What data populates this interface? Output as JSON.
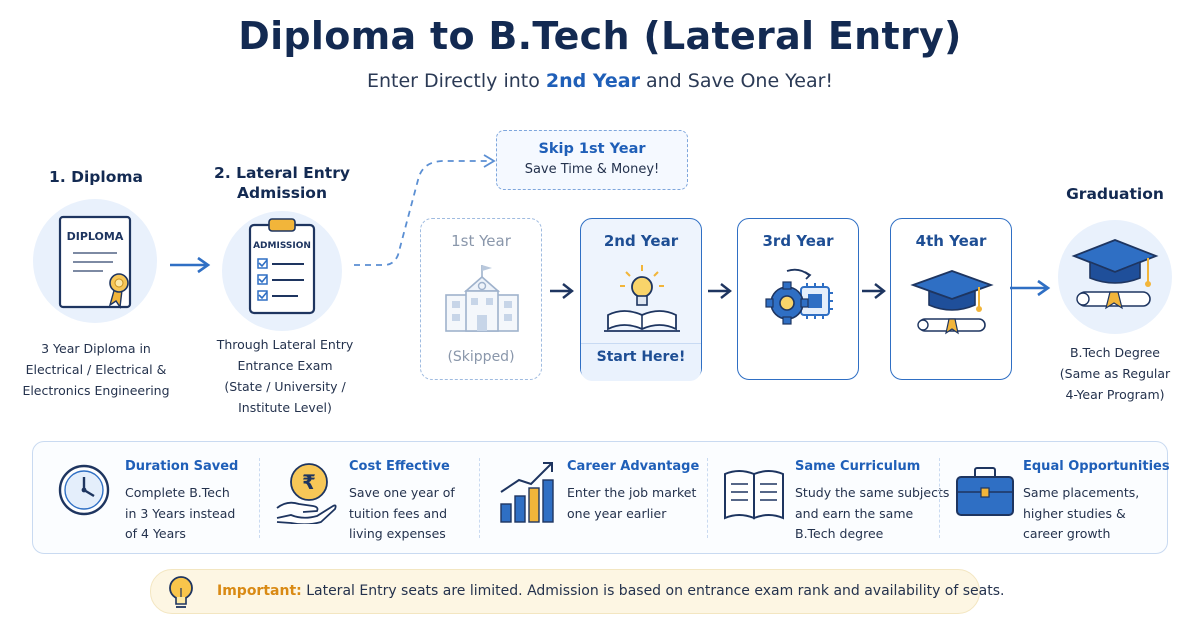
{
  "header": {
    "title": "Diploma to B.Tech (Lateral Entry)",
    "subtitle_pre": "Enter Directly into ",
    "subtitle_highlight": "2nd Year",
    "subtitle_post": " and Save One Year!"
  },
  "steps": {
    "diploma": {
      "title": "1. Diploma",
      "icon_label": "DIPLOMA",
      "desc": [
        "3 Year Diploma in",
        "Electrical / Electrical &",
        "Electronics Engineering"
      ]
    },
    "admission": {
      "title_line1": "2. Lateral Entry",
      "title_line2": "Admission",
      "icon_label": "ADMISSION",
      "desc": [
        "Through Lateral Entry",
        "Entrance Exam",
        "(State / University /",
        "Institute Level)"
      ]
    },
    "graduation": {
      "title": "Graduation",
      "desc": [
        "B.Tech Degree",
        "(Same as Regular",
        "4-Year Program)"
      ]
    }
  },
  "skip": {
    "title": "Skip 1st Year",
    "subtitle": "Save Time & Money!"
  },
  "years": [
    {
      "title": "1st Year",
      "footer": "(Skipped)",
      "icon": "school-building-icon",
      "state": "skipped"
    },
    {
      "title": "2nd Year",
      "footer": "Start Here!",
      "icon": "lightbulb-book-icon",
      "state": "start"
    },
    {
      "title": "3rd Year",
      "footer": "",
      "icon": "gear-chip-icon",
      "state": "normal"
    },
    {
      "title": "4th Year",
      "footer": "",
      "icon": "graduation-cap-icon",
      "state": "normal"
    }
  ],
  "benefits": [
    {
      "title": "Duration Saved",
      "lines": [
        "Complete B.Tech",
        "in 3 Years instead",
        "of 4 Years"
      ],
      "icon": "clock-icon"
    },
    {
      "title": "Cost Effective",
      "lines": [
        "Save one year of",
        "tuition fees and",
        "living expenses"
      ],
      "icon": "rupee-coin-icon"
    },
    {
      "title": "Career Advantage",
      "lines": [
        "Enter the job market",
        "one year earlier"
      ],
      "icon": "growth-chart-icon"
    },
    {
      "title": "Same Curriculum",
      "lines": [
        "Study the same subjects",
        "and earn the same",
        "B.Tech degree"
      ],
      "icon": "open-book-icon"
    },
    {
      "title": "Equal Opportunities",
      "lines": [
        "Same placements,",
        "higher studies &",
        "career growth"
      ],
      "icon": "briefcase-icon"
    }
  ],
  "note": {
    "label": "Important:",
    "text": "Lateral Entry seats are limited. Admission is based on entrance exam rank and availability of seats."
  },
  "colors": {
    "primary": "#1f5fb8",
    "navy": "#132a52",
    "accent": "#f2b53a",
    "light": "#e9f1fc"
  }
}
